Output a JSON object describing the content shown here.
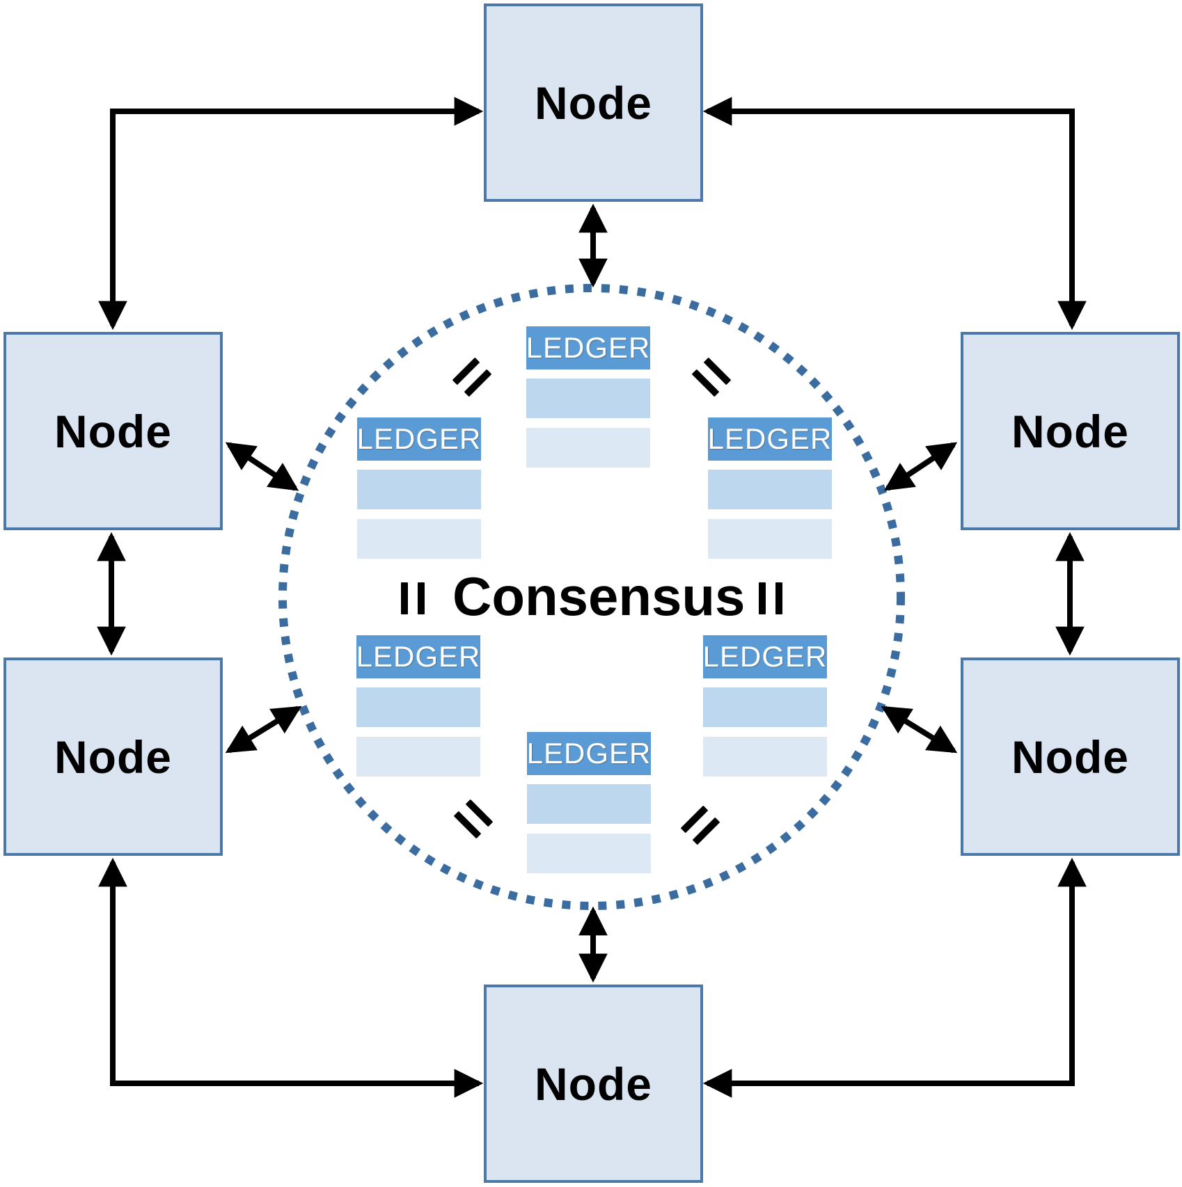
{
  "diagram": {
    "consensus_label": "Consensus",
    "nodes": [
      {
        "id": "node-top",
        "label": "Node"
      },
      {
        "id": "node-left-upper",
        "label": "Node"
      },
      {
        "id": "node-left-lower",
        "label": "Node"
      },
      {
        "id": "node-right-upper",
        "label": "Node"
      },
      {
        "id": "node-right-lower",
        "label": "Node"
      },
      {
        "id": "node-bottom",
        "label": "Node"
      }
    ],
    "ledgers": [
      {
        "id": "ledger-top",
        "header": "LEDGER",
        "body_rows": 2
      },
      {
        "id": "ledger-upper-left",
        "header": "LEDGER",
        "body_rows": 2
      },
      {
        "id": "ledger-upper-right",
        "header": "LEDGER",
        "body_rows": 2
      },
      {
        "id": "ledger-lower-left",
        "header": "LEDGER",
        "body_rows": 2
      },
      {
        "id": "ledger-lower-right",
        "header": "LEDGER",
        "body_rows": 2
      },
      {
        "id": "ledger-bottom",
        "header": "LEDGER",
        "body_rows": 2
      }
    ],
    "equals_sign_count": 6,
    "connectors": [
      {
        "type": "elbow",
        "bidirectional": true,
        "between": [
          "node-left-upper",
          "node-top"
        ]
      },
      {
        "type": "elbow",
        "bidirectional": true,
        "between": [
          "node-right-upper",
          "node-top"
        ]
      },
      {
        "type": "elbow",
        "bidirectional": true,
        "between": [
          "node-left-lower",
          "node-bottom"
        ]
      },
      {
        "type": "elbow",
        "bidirectional": true,
        "between": [
          "node-right-lower",
          "node-bottom"
        ]
      },
      {
        "type": "straight",
        "bidirectional": true,
        "between": [
          "node-left-upper",
          "node-left-lower"
        ]
      },
      {
        "type": "straight",
        "bidirectional": true,
        "between": [
          "node-right-upper",
          "node-right-lower"
        ]
      },
      {
        "type": "straight",
        "bidirectional": true,
        "between": [
          "node-top",
          "consensus-circle"
        ]
      },
      {
        "type": "straight",
        "bidirectional": true,
        "between": [
          "node-bottom",
          "consensus-circle"
        ]
      },
      {
        "type": "diagonal",
        "bidirectional": true,
        "between": [
          "node-left-upper",
          "consensus-circle"
        ]
      },
      {
        "type": "diagonal",
        "bidirectional": true,
        "between": [
          "node-left-lower",
          "consensus-circle"
        ]
      },
      {
        "type": "diagonal",
        "bidirectional": true,
        "between": [
          "node-right-upper",
          "consensus-circle"
        ]
      },
      {
        "type": "diagonal",
        "bidirectional": true,
        "between": [
          "node-right-lower",
          "consensus-circle"
        ]
      }
    ],
    "colors": {
      "node_fill": "#dbe5f2",
      "node_border": "#4a78a8",
      "ledger_header": "#5b9bd5",
      "ledger_row_mid": "#bdd7ee",
      "ledger_row_light": "#dde8f5",
      "circle_dot": "#3b6ca0",
      "arrow": "#000000",
      "ledger_text": "#ffffff",
      "label_text": "#000000"
    }
  }
}
